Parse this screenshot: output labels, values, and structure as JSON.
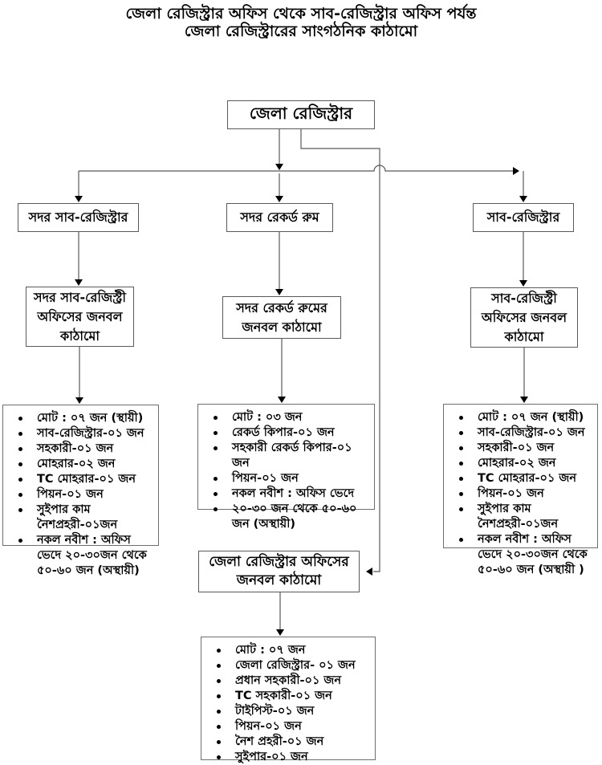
{
  "title": {
    "line1": "জেলা রেজিস্ট্রার অফিস থেকে সাব-রেজিস্ট্রার অফিস পর্যন্ত",
    "line2": "জেলা রেজিস্ট্রারের সাংগঠনিক কাঠামো"
  },
  "nodes": {
    "district_registrar": "জেলা রেজিস্ট্রার",
    "sadar_sub_registrar": "সদর সাব-রেজিস্ট্রার",
    "sadar_record_room": "সদর রেকর্ড রুম",
    "sub_registrar": "সাব-রেজিস্ট্রার",
    "sadar_sub_registry_office_staff": "সদর সাব-রেজিস্ট্রী অফিসের জনবল কাঠামো",
    "sadar_record_room_staff": "সদর রেকর্ড রুমের জনবল কাঠামো",
    "sub_registry_office_staff": "সাব-রেজিস্ট্রী অফিসের জনবল কাঠামো",
    "district_registrar_office_staff": "জেলা রেজিস্ট্রার অফিসের জনবল কাঠামো"
  },
  "lists": {
    "sadar_sub_registry": {
      "items": [
        "মোট : ০৭ জন (স্থায়ী)",
        "সাব-রেজিস্ট্রার-০১ জন",
        "সহকারী-০১ জন",
        "মোহরার-০২ জন",
        "TC মোহরার-০১ জন",
        "পিয়ন-০১ জন",
        "সুইপার কাম নৈশপ্রহরী-০১জন",
        "নকল নবীশ : অফিস ভেদে ২০-৩০জন থেকে ৫০-৬০ জন (অস্থায়ী)"
      ]
    },
    "record_room": {
      "items": [
        "মোট : ০৩ জন",
        "রেকর্ড কিপার-০১ জন",
        "সহকারী রেকর্ড কিপার-০১ জন",
        "পিয়ন-০১ জন",
        "নকল নবীশ : অফিস ভেদে",
        "২০-৩০ জন থেকে ৫০-৬০ জন (অস্থায়ী)"
      ]
    },
    "sub_registry": {
      "items": [
        "মোট : ০৭ জন (স্থায়ী)",
        "সাব-রেজিস্ট্রার-০১ জন",
        "সহকারী-০১ জন",
        "মোহরার-০২ জন",
        "TC মোহরার-০১ জন",
        "পিয়ন-০১ জন",
        "সুইপার কাম নৈশপ্রহরী-০১জন",
        "নকল নবীশ : অফিস ভেদে ২০-৩০জন থেকে ৫০-৬০ জন (অস্থায়ী )"
      ]
    },
    "district_office": {
      "items": [
        "মোট : ০৭ জন",
        "জেলা রেজিস্ট্রার- ০১ জন",
        "প্রধান সহকারী-০১ জন",
        "TC সহকারী-০১ জন",
        "টাইপিস্ট-০১ জন",
        "পিয়ন-০১ জন",
        "নৈশ প্রহরী-০১ জন",
        "সুইপার-০১ জন"
      ]
    }
  },
  "colors": {
    "line": "#595959",
    "text": "#000000",
    "background": "#ffffff"
  }
}
